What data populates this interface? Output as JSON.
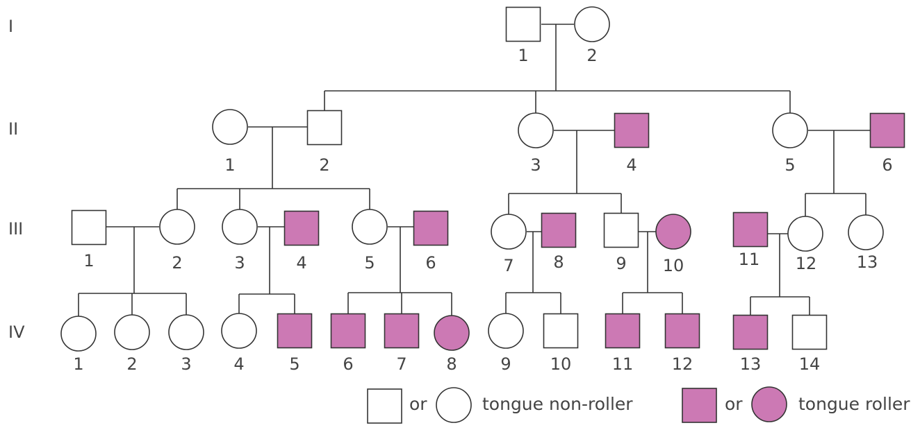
{
  "generations": [
    "I",
    "II",
    "III",
    "IV"
  ],
  "colors": {
    "affected": "#cc79b4",
    "unaffected": "#ffffff",
    "stroke": "#333333"
  },
  "individuals": {
    "I-1": {
      "gen": "I",
      "num": "1",
      "sex": "male",
      "affected": false
    },
    "I-2": {
      "gen": "I",
      "num": "2",
      "sex": "female",
      "affected": false
    },
    "II-1": {
      "gen": "II",
      "num": "1",
      "sex": "female",
      "affected": false
    },
    "II-2": {
      "gen": "II",
      "num": "2",
      "sex": "male",
      "affected": false
    },
    "II-3": {
      "gen": "II",
      "num": "3",
      "sex": "female",
      "affected": false
    },
    "II-4": {
      "gen": "II",
      "num": "4",
      "sex": "male",
      "affected": true
    },
    "II-5": {
      "gen": "II",
      "num": "5",
      "sex": "female",
      "affected": false
    },
    "II-6": {
      "gen": "II",
      "num": "6",
      "sex": "male",
      "affected": true
    },
    "III-1": {
      "gen": "III",
      "num": "1",
      "sex": "male",
      "affected": false
    },
    "III-2": {
      "gen": "III",
      "num": "2",
      "sex": "female",
      "affected": false
    },
    "III-3": {
      "gen": "III",
      "num": "3",
      "sex": "female",
      "affected": false
    },
    "III-4": {
      "gen": "III",
      "num": "4",
      "sex": "male",
      "affected": true
    },
    "III-5": {
      "gen": "III",
      "num": "5",
      "sex": "female",
      "affected": false
    },
    "III-6": {
      "gen": "III",
      "num": "6",
      "sex": "male",
      "affected": true
    },
    "III-7": {
      "gen": "III",
      "num": "7",
      "sex": "female",
      "affected": false
    },
    "III-8": {
      "gen": "III",
      "num": "8",
      "sex": "male",
      "affected": true
    },
    "III-9": {
      "gen": "III",
      "num": "9",
      "sex": "male",
      "affected": false
    },
    "III-10": {
      "gen": "III",
      "num": "10",
      "sex": "female",
      "affected": true
    },
    "III-11": {
      "gen": "III",
      "num": "11",
      "sex": "male",
      "affected": true
    },
    "III-12": {
      "gen": "III",
      "num": "12",
      "sex": "female",
      "affected": false
    },
    "III-13": {
      "gen": "III",
      "num": "13",
      "sex": "female",
      "affected": false
    },
    "IV-1": {
      "gen": "IV",
      "num": "1",
      "sex": "female",
      "affected": false
    },
    "IV-2": {
      "gen": "IV",
      "num": "2",
      "sex": "female",
      "affected": false
    },
    "IV-3": {
      "gen": "IV",
      "num": "3",
      "sex": "female",
      "affected": false
    },
    "IV-4": {
      "gen": "IV",
      "num": "4",
      "sex": "female",
      "affected": false
    },
    "IV-5": {
      "gen": "IV",
      "num": "5",
      "sex": "male",
      "affected": true
    },
    "IV-6": {
      "gen": "IV",
      "num": "6",
      "sex": "male",
      "affected": true
    },
    "IV-7": {
      "gen": "IV",
      "num": "7",
      "sex": "male",
      "affected": true
    },
    "IV-8": {
      "gen": "IV",
      "num": "8",
      "sex": "female",
      "affected": true
    },
    "IV-9": {
      "gen": "IV",
      "num": "9",
      "sex": "female",
      "affected": false
    },
    "IV-10": {
      "gen": "IV",
      "num": "10",
      "sex": "male",
      "affected": false
    },
    "IV-11": {
      "gen": "IV",
      "num": "11",
      "sex": "male",
      "affected": true
    },
    "IV-12": {
      "gen": "IV",
      "num": "12",
      "sex": "male",
      "affected": true
    },
    "IV-13": {
      "gen": "IV",
      "num": "13",
      "sex": "male",
      "affected": true
    },
    "IV-14": {
      "gen": "IV",
      "num": "14",
      "sex": "male",
      "affected": false
    }
  },
  "matings": [
    {
      "partners": [
        "I-1",
        "I-2"
      ],
      "children": [
        "II-2",
        "II-3",
        "II-5"
      ]
    },
    {
      "partners": [
        "II-1",
        "II-2"
      ],
      "children": [
        "III-2",
        "III-3",
        "III-5"
      ]
    },
    {
      "partners": [
        "II-3",
        "II-4"
      ],
      "children": [
        "III-7",
        "III-9"
      ]
    },
    {
      "partners": [
        "II-5",
        "II-6"
      ],
      "children": [
        "III-12",
        "III-13"
      ]
    },
    {
      "partners": [
        "III-1",
        "III-2"
      ],
      "children": [
        "IV-1",
        "IV-2",
        "IV-3"
      ]
    },
    {
      "partners": [
        "III-3",
        "III-4"
      ],
      "children": [
        "IV-4",
        "IV-5"
      ]
    },
    {
      "partners": [
        "III-5",
        "III-6"
      ],
      "children": [
        "IV-6",
        "IV-7",
        "IV-8"
      ]
    },
    {
      "partners": [
        "III-7",
        "III-8"
      ],
      "children": [
        "IV-9",
        "IV-10"
      ]
    },
    {
      "partners": [
        "III-9",
        "III-10"
      ],
      "children": [
        "IV-11",
        "IV-12"
      ]
    },
    {
      "partners": [
        "III-11",
        "III-12"
      ],
      "children": [
        "IV-13",
        "IV-14"
      ]
    }
  ],
  "legend": {
    "or_1": "or",
    "non_roller": "tongue non-roller",
    "or_2": "or",
    "roller": "tongue roller"
  }
}
